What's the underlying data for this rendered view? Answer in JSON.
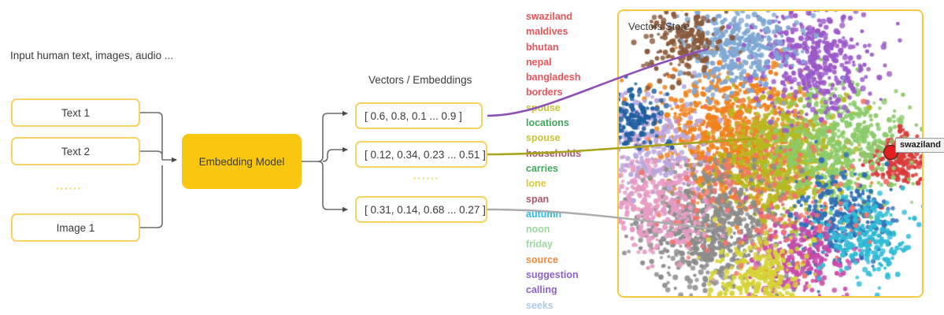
{
  "input": {
    "caption": "Input human text, images, audio ...",
    "items": [
      {
        "label": "Text 1"
      },
      {
        "label": "Text 2"
      },
      {
        "label": "Image 1"
      }
    ],
    "ellipsis": "······"
  },
  "model": {
    "label": "Embedding Model"
  },
  "vectors": {
    "title": "Vectors / Embeddings",
    "ellipsis": "······",
    "items": [
      {
        "label": "[ 0.6, 0.8, 0.1 ... 0.9 ]",
        "connector_color": "#8E4FB5"
      },
      {
        "label": "[ 0.12, 0.34, 0.23 ... 0.51 ]",
        "connector_color": "#A8A41B"
      },
      {
        "label": "[ 0.31, 0.14, 0.68 ... 0.27 ]",
        "connector_color": "#ACACAC"
      }
    ]
  },
  "word_list": [
    {
      "text": "swaziland",
      "color": "#E8555B"
    },
    {
      "text": "maldives",
      "color": "#E8555B"
    },
    {
      "text": "bhutan",
      "color": "#E8555B"
    },
    {
      "text": "nepal",
      "color": "#E8555B"
    },
    {
      "text": "bangladesh",
      "color": "#E8555B"
    },
    {
      "text": "borders",
      "color": "#E8555B"
    },
    {
      "text": "spouse",
      "color": "#C9C33B"
    },
    {
      "text": "locations",
      "color": "#3FA85C"
    },
    {
      "text": "spouse",
      "color": "#C9C33B"
    },
    {
      "text": "households",
      "color": "#A85A6B"
    },
    {
      "text": "carries",
      "color": "#3FA85C"
    },
    {
      "text": "lone",
      "color": "#D9C93A"
    },
    {
      "text": "span",
      "color": "#A85A6B"
    },
    {
      "text": "autumn",
      "color": "#2FBCD6"
    },
    {
      "text": "noon",
      "color": "#9CD9A0"
    },
    {
      "text": "friday",
      "color": "#9CD9A0"
    },
    {
      "text": "source",
      "color": "#F08A3C"
    },
    {
      "text": "suggestion",
      "color": "#8E63C9"
    },
    {
      "text": "calling",
      "color": "#8E63C9"
    },
    {
      "text": "seeks",
      "color": "#AFC9E8"
    }
  ],
  "vectors_store": {
    "title": "Vectors Store",
    "border_color": "#F6C944",
    "highlight": {
      "label": "swaziland",
      "point_color": "#E02020"
    }
  },
  "colors": {
    "box_border": "#F6D365",
    "model_fill": "#FAC710",
    "connector": "#6d6d6d",
    "ellipsis": "#F7CF46"
  },
  "chart_data": {
    "type": "scatter",
    "title": "Vectors Store",
    "xlabel": "",
    "ylabel": "",
    "grid": false,
    "legend": "none",
    "description": "t-SNE style 2D projection of word embeddings, points colored by semantic cluster",
    "annotations": [
      {
        "text": "swaziland",
        "color": "#E02020"
      }
    ],
    "clusters": [
      {
        "name": "countries-red",
        "color": "#D93A3A",
        "cx": 0.93,
        "cy": 0.52,
        "n": 180,
        "spread": 0.05
      },
      {
        "name": "orange-core",
        "color": "#F0821E",
        "cx": 0.38,
        "cy": 0.45,
        "n": 900,
        "spread": 0.12
      },
      {
        "name": "olive-center",
        "color": "#B5BA21",
        "cx": 0.55,
        "cy": 0.52,
        "n": 700,
        "spread": 0.1
      },
      {
        "name": "green-right",
        "color": "#8CCB6A",
        "cx": 0.72,
        "cy": 0.47,
        "n": 520,
        "spread": 0.1
      },
      {
        "name": "purple-top",
        "color": "#9B59C9",
        "cx": 0.63,
        "cy": 0.17,
        "n": 420,
        "spread": 0.1
      },
      {
        "name": "steelblue-top",
        "color": "#7FA8D4",
        "cx": 0.4,
        "cy": 0.12,
        "n": 380,
        "spread": 0.09
      },
      {
        "name": "brown-topleft",
        "color": "#8A5A3B",
        "cx": 0.22,
        "cy": 0.1,
        "n": 180,
        "spread": 0.06
      },
      {
        "name": "gray-bottom",
        "color": "#8C8C8C",
        "cx": 0.3,
        "cy": 0.76,
        "n": 700,
        "spread": 0.11
      },
      {
        "name": "pink-left",
        "color": "#E79BC4",
        "cx": 0.13,
        "cy": 0.68,
        "n": 330,
        "spread": 0.09
      },
      {
        "name": "blue-bottomright",
        "color": "#2E6FB5",
        "cx": 0.74,
        "cy": 0.73,
        "n": 300,
        "spread": 0.08
      },
      {
        "name": "magenta-bottom",
        "color": "#C94BA8",
        "cx": 0.6,
        "cy": 0.88,
        "n": 280,
        "spread": 0.08
      },
      {
        "name": "yellow-bottom",
        "color": "#D6D437",
        "cx": 0.45,
        "cy": 0.93,
        "n": 260,
        "spread": 0.07
      },
      {
        "name": "teal-right",
        "color": "#2FBCD6",
        "cx": 0.82,
        "cy": 0.8,
        "n": 200,
        "spread": 0.07
      },
      {
        "name": "lilac-left",
        "color": "#B9A7DE",
        "cx": 0.1,
        "cy": 0.45,
        "n": 220,
        "spread": 0.08
      },
      {
        "name": "darkblue-left",
        "color": "#1F5FA0",
        "cx": 0.05,
        "cy": 0.38,
        "n": 130,
        "spread": 0.05
      },
      {
        "name": "salmon-scatter",
        "color": "#F2756B",
        "cx": 0.5,
        "cy": 0.63,
        "n": 180,
        "spread": 0.16
      }
    ]
  }
}
